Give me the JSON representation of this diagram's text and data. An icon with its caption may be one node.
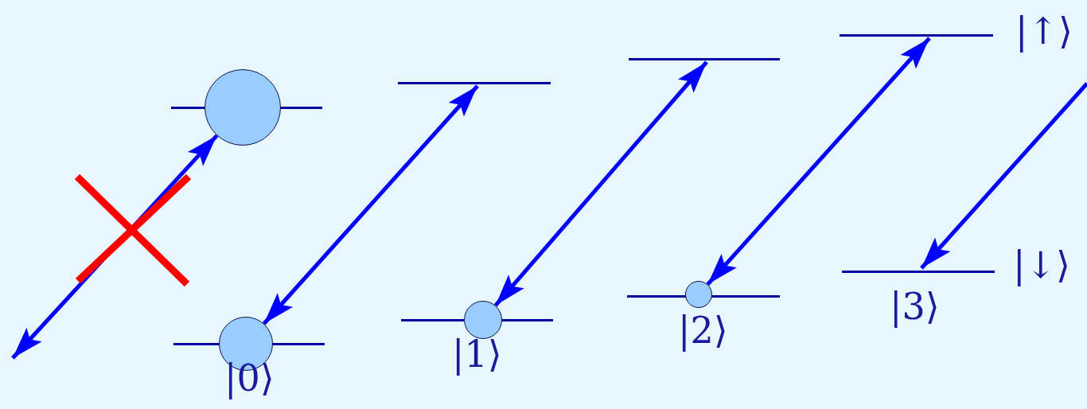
{
  "diagram": {
    "nodes": [
      {
        "text": [],
        "shape": "bar"
      },
      {
        "text": [],
        "shape": "circle"
      },
      {
        "text": [],
        "shape": "bar",
        "beside": [
          "|0⟩"
        ]
      },
      {
        "text": [],
        "shape": "circle"
      },
      {
        "text": [],
        "shape": "bar"
      },
      {
        "text": [],
        "shape": "bar",
        "beside": [
          "|1⟩"
        ]
      },
      {
        "text": [],
        "shape": "circle"
      },
      {
        "text": [],
        "shape": "bar"
      },
      {
        "text": [],
        "shape": "bar",
        "beside": [
          "|2⟩"
        ]
      },
      {
        "text": [],
        "shape": "circle"
      },
      {
        "text": [],
        "shape": "bar",
        "beside": [
          "|↑⟩"
        ]
      },
      {
        "text": [],
        "shape": "bar",
        "beside": [
          "|↓⟩",
          "|3⟩"
        ]
      }
    ],
    "edges": [
      {
        "from": null,
        "to": 1,
        "arrow": "both"
      },
      {
        "from": 4,
        "to": 3,
        "arrow": "both"
      },
      {
        "from": 7,
        "to": 6,
        "arrow": "both"
      },
      {
        "from": 10,
        "to": 9,
        "arrow": "both"
      },
      {
        "from": null,
        "to": 11,
        "arrow": "to"
      }
    ]
  }
}
